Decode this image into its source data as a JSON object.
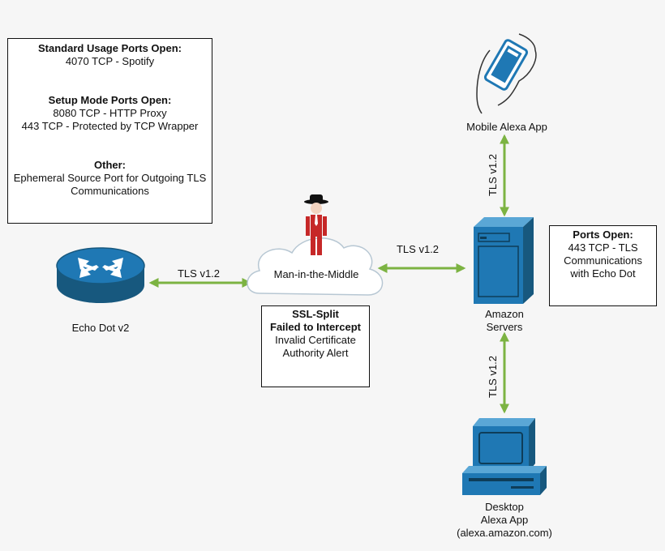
{
  "info_box": {
    "standard_title": "Standard Usage Ports Open:",
    "standard_line1": "4070 TCP - Spotify",
    "setup_title": "Setup Mode Ports Open:",
    "setup_line1": "8080 TCP - HTTP Proxy",
    "setup_line2": "443 TCP - Protected by TCP Wrapper",
    "other_title": "Other:",
    "other_line1": "Ephemeral Source Port for Outgoing TLS",
    "other_line2": "Communications"
  },
  "nodes": {
    "echo_dot": "Echo Dot v2",
    "mitm": "Man-in-the-Middle",
    "amazon_line1": "Amazon",
    "amazon_line2": "Servers",
    "mobile_app": "Mobile Alexa App",
    "desktop_line1": "Desktop",
    "desktop_line2": "Alexa App",
    "desktop_line3": "(alexa.amazon.com)"
  },
  "ssl_box": {
    "title1": "SSL-Split",
    "title2": "Failed to Intercept",
    "line1": "Invalid Certificate",
    "line2": "Authority Alert"
  },
  "ports_box": {
    "title": "Ports Open:",
    "line1": "443 TCP - TLS",
    "line2": "Communications",
    "line3": "with Echo Dot"
  },
  "links": {
    "echo_mitm": "TLS v1.2",
    "mitm_amazon": "TLS v1.2",
    "amazon_mobile": "TLS v1.2",
    "amazon_desktop": "TLS v1.2"
  },
  "colors": {
    "arrow": "#7cb342",
    "device_blue": "#1f78b4",
    "device_dark": "#17587e",
    "attacker_red": "#c62828"
  },
  "icons": [
    "router-icon",
    "cloud-icon",
    "attacker-icon",
    "server-icon",
    "mobile-hand-icon",
    "desktop-computer-icon"
  ]
}
